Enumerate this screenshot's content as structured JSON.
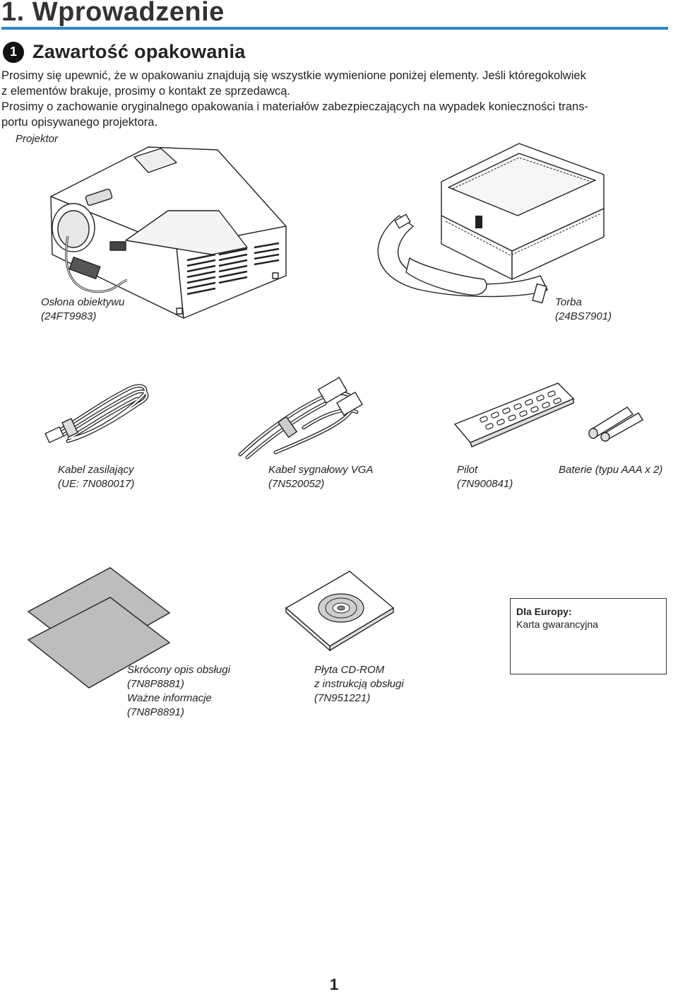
{
  "header": {
    "title": "1. Wprowadzenie"
  },
  "section": {
    "number": "1",
    "title": "Zawartość opakowania"
  },
  "intro": {
    "p1_line1": "Prosimy się upewnić, że w opakowaniu znajdują się wszystkie wymienione poniżej elementy. Jeśli któregokolwiek",
    "p1_line2": "z elementów brakuje, prosimy o kontakt ze sprzedawcą.",
    "p2_line1": "Prosimy o zachowanie oryginalnego opakowania i materiałów zabezpieczających na wypadek konieczności trans-",
    "p2_line2": "portu opisywanego projektora."
  },
  "items": {
    "projector": {
      "label": "Projektor"
    },
    "lens_cap": {
      "name": "Osłona obiektywu",
      "code": "(24FT9983)"
    },
    "bag": {
      "name": "Torba",
      "code": "(24BS7901)"
    },
    "power_cable": {
      "name": "Kabel zasilający",
      "code": "(UE: 7N080017)"
    },
    "vga_cable": {
      "name": "Kabel sygnałowy VGA",
      "code": "(7N520052)"
    },
    "remote": {
      "name": "Pilot",
      "code": "(7N900841)"
    },
    "batteries": {
      "name": "Baterie (typu AAA x 2)"
    },
    "manuals": {
      "line1": "Skrócony opis obsługi",
      "line2": "(7N8P8881)",
      "line3": "Ważne informacje",
      "line4": "(7N8P8891)"
    },
    "cdrom": {
      "line1": "Płyta CD-ROM",
      "line2": "z instrukcją obsługi",
      "line3": "(7N951221)"
    },
    "warranty": {
      "title": "Dla Europy:",
      "text": "Karta gwarancyjna"
    }
  },
  "footer": {
    "page_number": "1"
  }
}
